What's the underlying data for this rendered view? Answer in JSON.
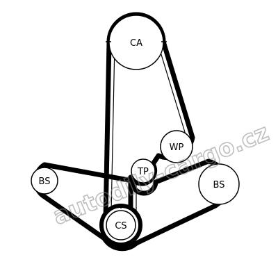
{
  "colors": {
    "belt": "#000000",
    "pulley_stroke": "#000000",
    "pulley_fill": "#ffffff",
    "watermark": "#8a8a8a"
  },
  "pulleys": {
    "ca": {
      "label": "CA"
    },
    "wp": {
      "label": "WP"
    },
    "tp": {
      "label": "TP"
    },
    "bs_left": {
      "label": "BS"
    },
    "bs_right": {
      "label": "BS"
    },
    "cs": {
      "label": "CS"
    }
  },
  "watermark": {
    "text": "autodily-cargo.cz"
  }
}
